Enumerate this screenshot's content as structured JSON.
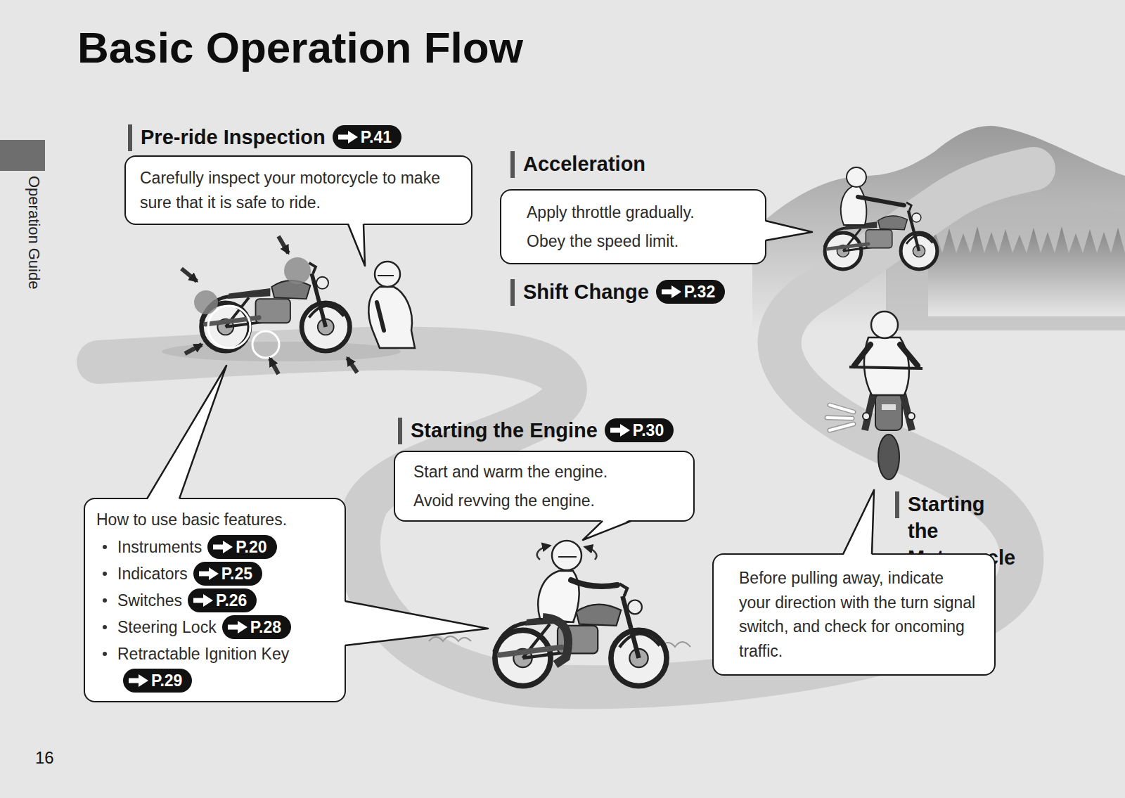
{
  "diagram": {
    "title": "Basic Operation Flow",
    "nodes": [
      {
        "text": [
          "Pre-ride Inspection",
          "P.41",
          "Carefully inspect your motorcycle to make sure that it is safe to ride."
        ]
      },
      {
        "text": [
          "Acceleration",
          "Apply throttle gradually.",
          "Obey the speed limit."
        ]
      },
      {
        "text": [
          "Starting the Engine",
          "P.30",
          "Start and warm the engine.",
          "Avoid revving the engine."
        ]
      },
      {
        "text": [
          "Starting the Motorcycle",
          "Before pulling away, indicate your direction with the turn signal switch, and check for oncoming traffic."
        ]
      },
      {
        "text": [
          "How to use basic features.",
          "Instruments",
          "P.20",
          "Indicators",
          "P.25",
          "Switches",
          "P.26",
          "Steering Lock",
          "P.28",
          "Retractable Ignition Key",
          "P.29"
        ]
      }
    ],
    "labels": [
      "Operation Guide",
      "Shift Change",
      "P.32",
      "16"
    ]
  }
}
